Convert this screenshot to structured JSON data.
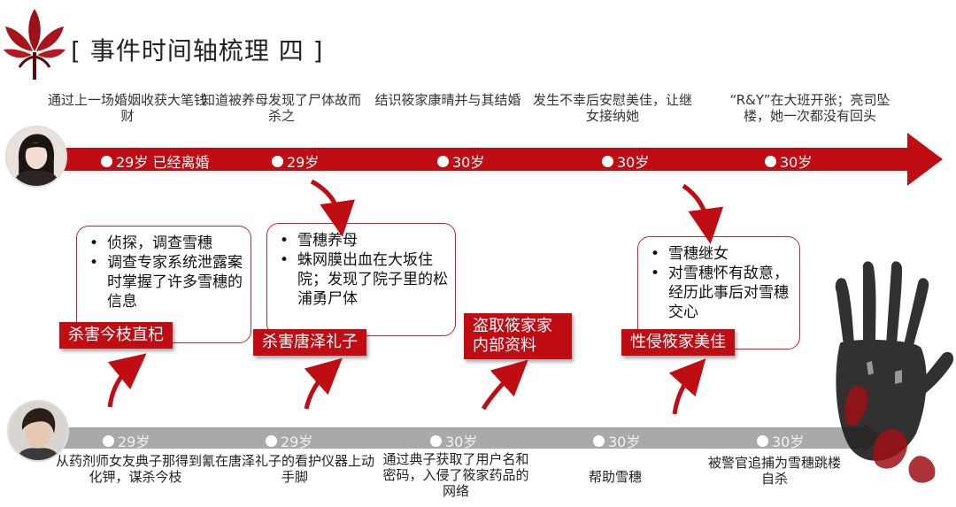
{
  "title": "[  事件时间轴梳理 四  ]",
  "colors": {
    "accent": "#c00d14",
    "grey_arrow": "#a9a9a9"
  },
  "top_timeline": {
    "descriptions": [
      "通过上一场婚姻收获大笔钱财",
      "知道被养母发现了尸体故而杀之",
      "结识筱家康晴并与其结婚",
      "发生不幸后安慰美佳，让继女接纳她",
      "“R&Y”在大班开张；亮司坠楼，她一次都没有回头"
    ],
    "ticks": [
      "29岁 已经离婚",
      "29岁",
      "30岁",
      "30岁",
      "30岁"
    ]
  },
  "bottom_timeline": {
    "ticks": [
      "29岁",
      "29岁",
      "30岁",
      "30岁",
      "30岁"
    ],
    "descriptions": [
      "从药剂师女友典子那得到氰化钾，谋杀今枝",
      "在唐泽礼子的看护仪器上动手脚",
      "通过典子获取了用户名和密码，入侵了筱家药品的网络",
      "帮助雪穗",
      "被警官追捕为雪穗跳楼自杀"
    ]
  },
  "event_boxes": [
    {
      "bullets": [
        "侦探，调查雪穗",
        "调查专家系统泄露案时掌握了许多雪穗的信息"
      ]
    },
    {
      "bullets": [
        "雪穗养母",
        "蛛网膜出血在大坂住院；发现了院子里的松浦勇尸体"
      ]
    },
    {
      "bullets": [
        "雪穗继女",
        "对雪穗怀有敌意，经历此事后对雪穗交心"
      ]
    }
  ],
  "labels": [
    "杀害今枝直杞",
    "杀害唐泽礼子",
    "盗取筱家家内部资料",
    "性侵筱家美佳"
  ]
}
